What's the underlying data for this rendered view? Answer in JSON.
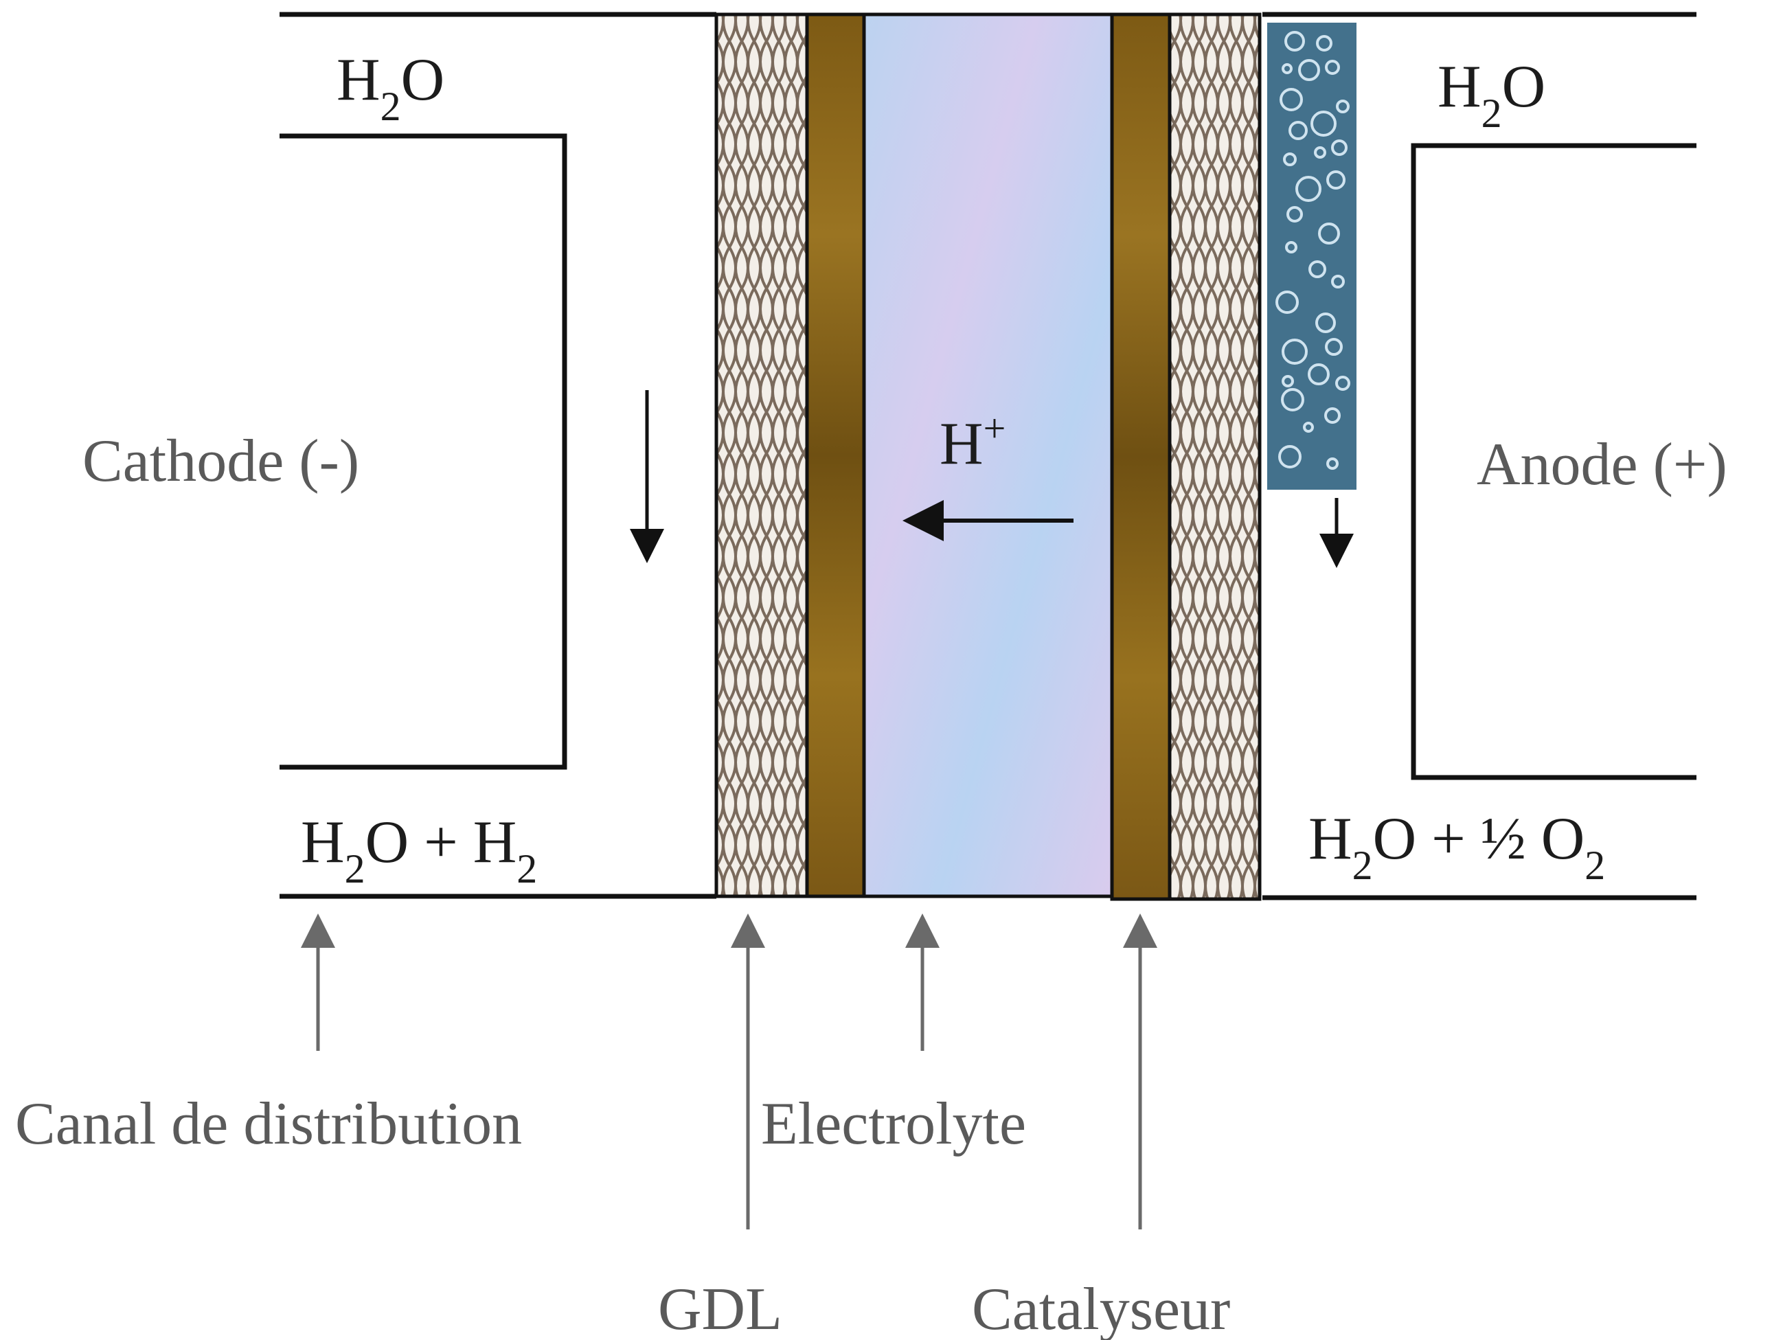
{
  "cathode_side": {
    "inlet": {
      "base": "H",
      "sub": "2",
      "rest": "O"
    },
    "electrode": "Cathode (-)",
    "outlet": {
      "p1": "H",
      "s1": "2",
      "p2": "O + H",
      "s2": "2"
    }
  },
  "anode_side": {
    "inlet": {
      "base": "H",
      "sub": "2",
      "rest": "O"
    },
    "electrode": "Anode (+)",
    "outlet": {
      "p1": "H",
      "s1": "2",
      "p2": "O + ½ O",
      "s2": "2"
    }
  },
  "membrane": {
    "ion": "H",
    "charge": "+"
  },
  "callouts": {
    "channel": "Canal de distribution",
    "gdl": "GDL",
    "electrolyte": "Electrolyte",
    "catalyst": "Catalyseur"
  },
  "colors": {
    "line": "#111111",
    "callout_arrow": "#6a6a6a",
    "gdl_mesh": "#7a6a5c",
    "catalyst": "#8a6418",
    "electrolyte": "#c4d6f2",
    "bubbles": "#43718c"
  }
}
